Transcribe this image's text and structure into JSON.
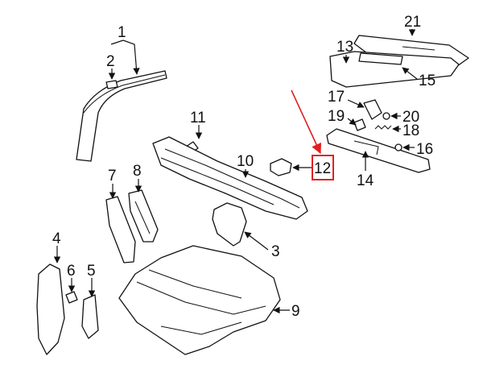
{
  "callouts": {
    "c1": "1",
    "c2": "2",
    "c3": "3",
    "c4": "4",
    "c5": "5",
    "c6": "6",
    "c7": "7",
    "c8": "8",
    "c9": "9",
    "c10": "10",
    "c11": "11",
    "c12": "12",
    "c13": "13",
    "c14": "14",
    "c15": "15",
    "c16": "16",
    "c17": "17",
    "c18": "18",
    "c19": "19",
    "c20": "20",
    "c21": "21"
  },
  "highlight": {
    "callout": "12",
    "box_color": "#e02020",
    "arrow_color": "#e02020"
  },
  "icons": [
    "exploded-parts-diagram"
  ]
}
